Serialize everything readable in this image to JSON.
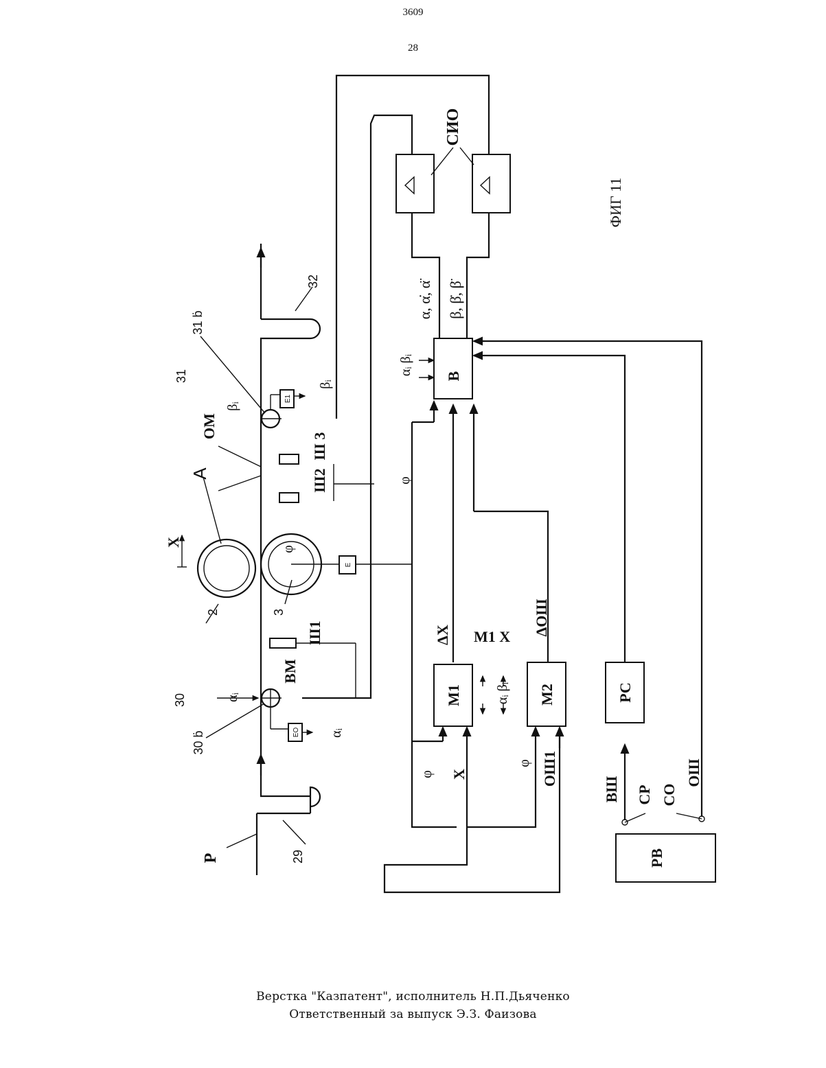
{
  "header": {
    "page_number": "3609",
    "sheet_number": "28"
  },
  "figure": {
    "caption": "ФИГ 11",
    "blocks": {
      "b": "В",
      "m1": "М1",
      "m2": "М2",
      "rs": "РС",
      "rv": "РВ",
      "sio": "СИО",
      "e": "Е",
      "e1": "Е1",
      "eo": "ЕО",
      "triangle": "Δ"
    },
    "refs": {
      "p": "Р",
      "n29": "29",
      "n30": "30",
      "n30b": "30 ḃ",
      "n31": "31",
      "n31b": "31 ḃ",
      "n32": "32",
      "n2": "2",
      "n3": "3",
      "a": "А",
      "x": "Х",
      "om": "ОМ",
      "vm": "ВМ",
      "sh1": "Ш1",
      "sh2": "Ш2",
      "sh3": "Ш 3",
      "m1x": "М1 Х"
    },
    "signals": {
      "alpha_i": "αᵢ",
      "beta_i": "βᵢ",
      "phi": "φ",
      "phi_u": "φ",
      "alpha_set": "α, α̇, α̈",
      "beta_set": "β, β̇, β̈",
      "alpha_beta_i": "αᵢ βᵢ",
      "delta_x": "ΔХ",
      "delta_osh": "ΔОШ",
      "x_in": "Х",
      "osh1": "ОШ1",
      "vsh": "ВШ",
      "sr": "СР",
      "so": "СО",
      "osh": "ОШ"
    }
  },
  "footer": {
    "line1": "Верстка \"Казпатент\", исполнитель  Н.П.Дьяченко",
    "line2": "Ответственный за выпуск Э.З. Фаизова"
  }
}
